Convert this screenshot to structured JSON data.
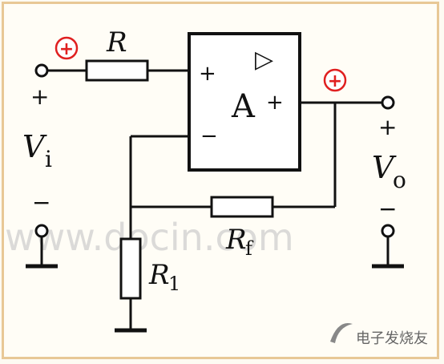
{
  "labels": {
    "input_resistor": "R",
    "amp_name": "A",
    "amp_plus": "+",
    "amp_minus": "−",
    "amp_symbol": "▷",
    "out_plus": "+",
    "feedback_resistor_main": "R",
    "feedback_resistor_sub": "f",
    "ground_resistor_main": "R",
    "ground_resistor_sub": "1",
    "vin_main": "V",
    "vin_sub": "i",
    "vout_main": "V",
    "vout_sub": "o",
    "vin_plus": "+",
    "vin_minus": "−",
    "vout_plus": "+",
    "vout_minus": "−",
    "polarity_mark": "+"
  },
  "watermark": "www.docin.com",
  "brand": "电子发烧友",
  "colors": {
    "polarity": "#e02020",
    "frame": "#e8c896",
    "ink": "#111111"
  }
}
